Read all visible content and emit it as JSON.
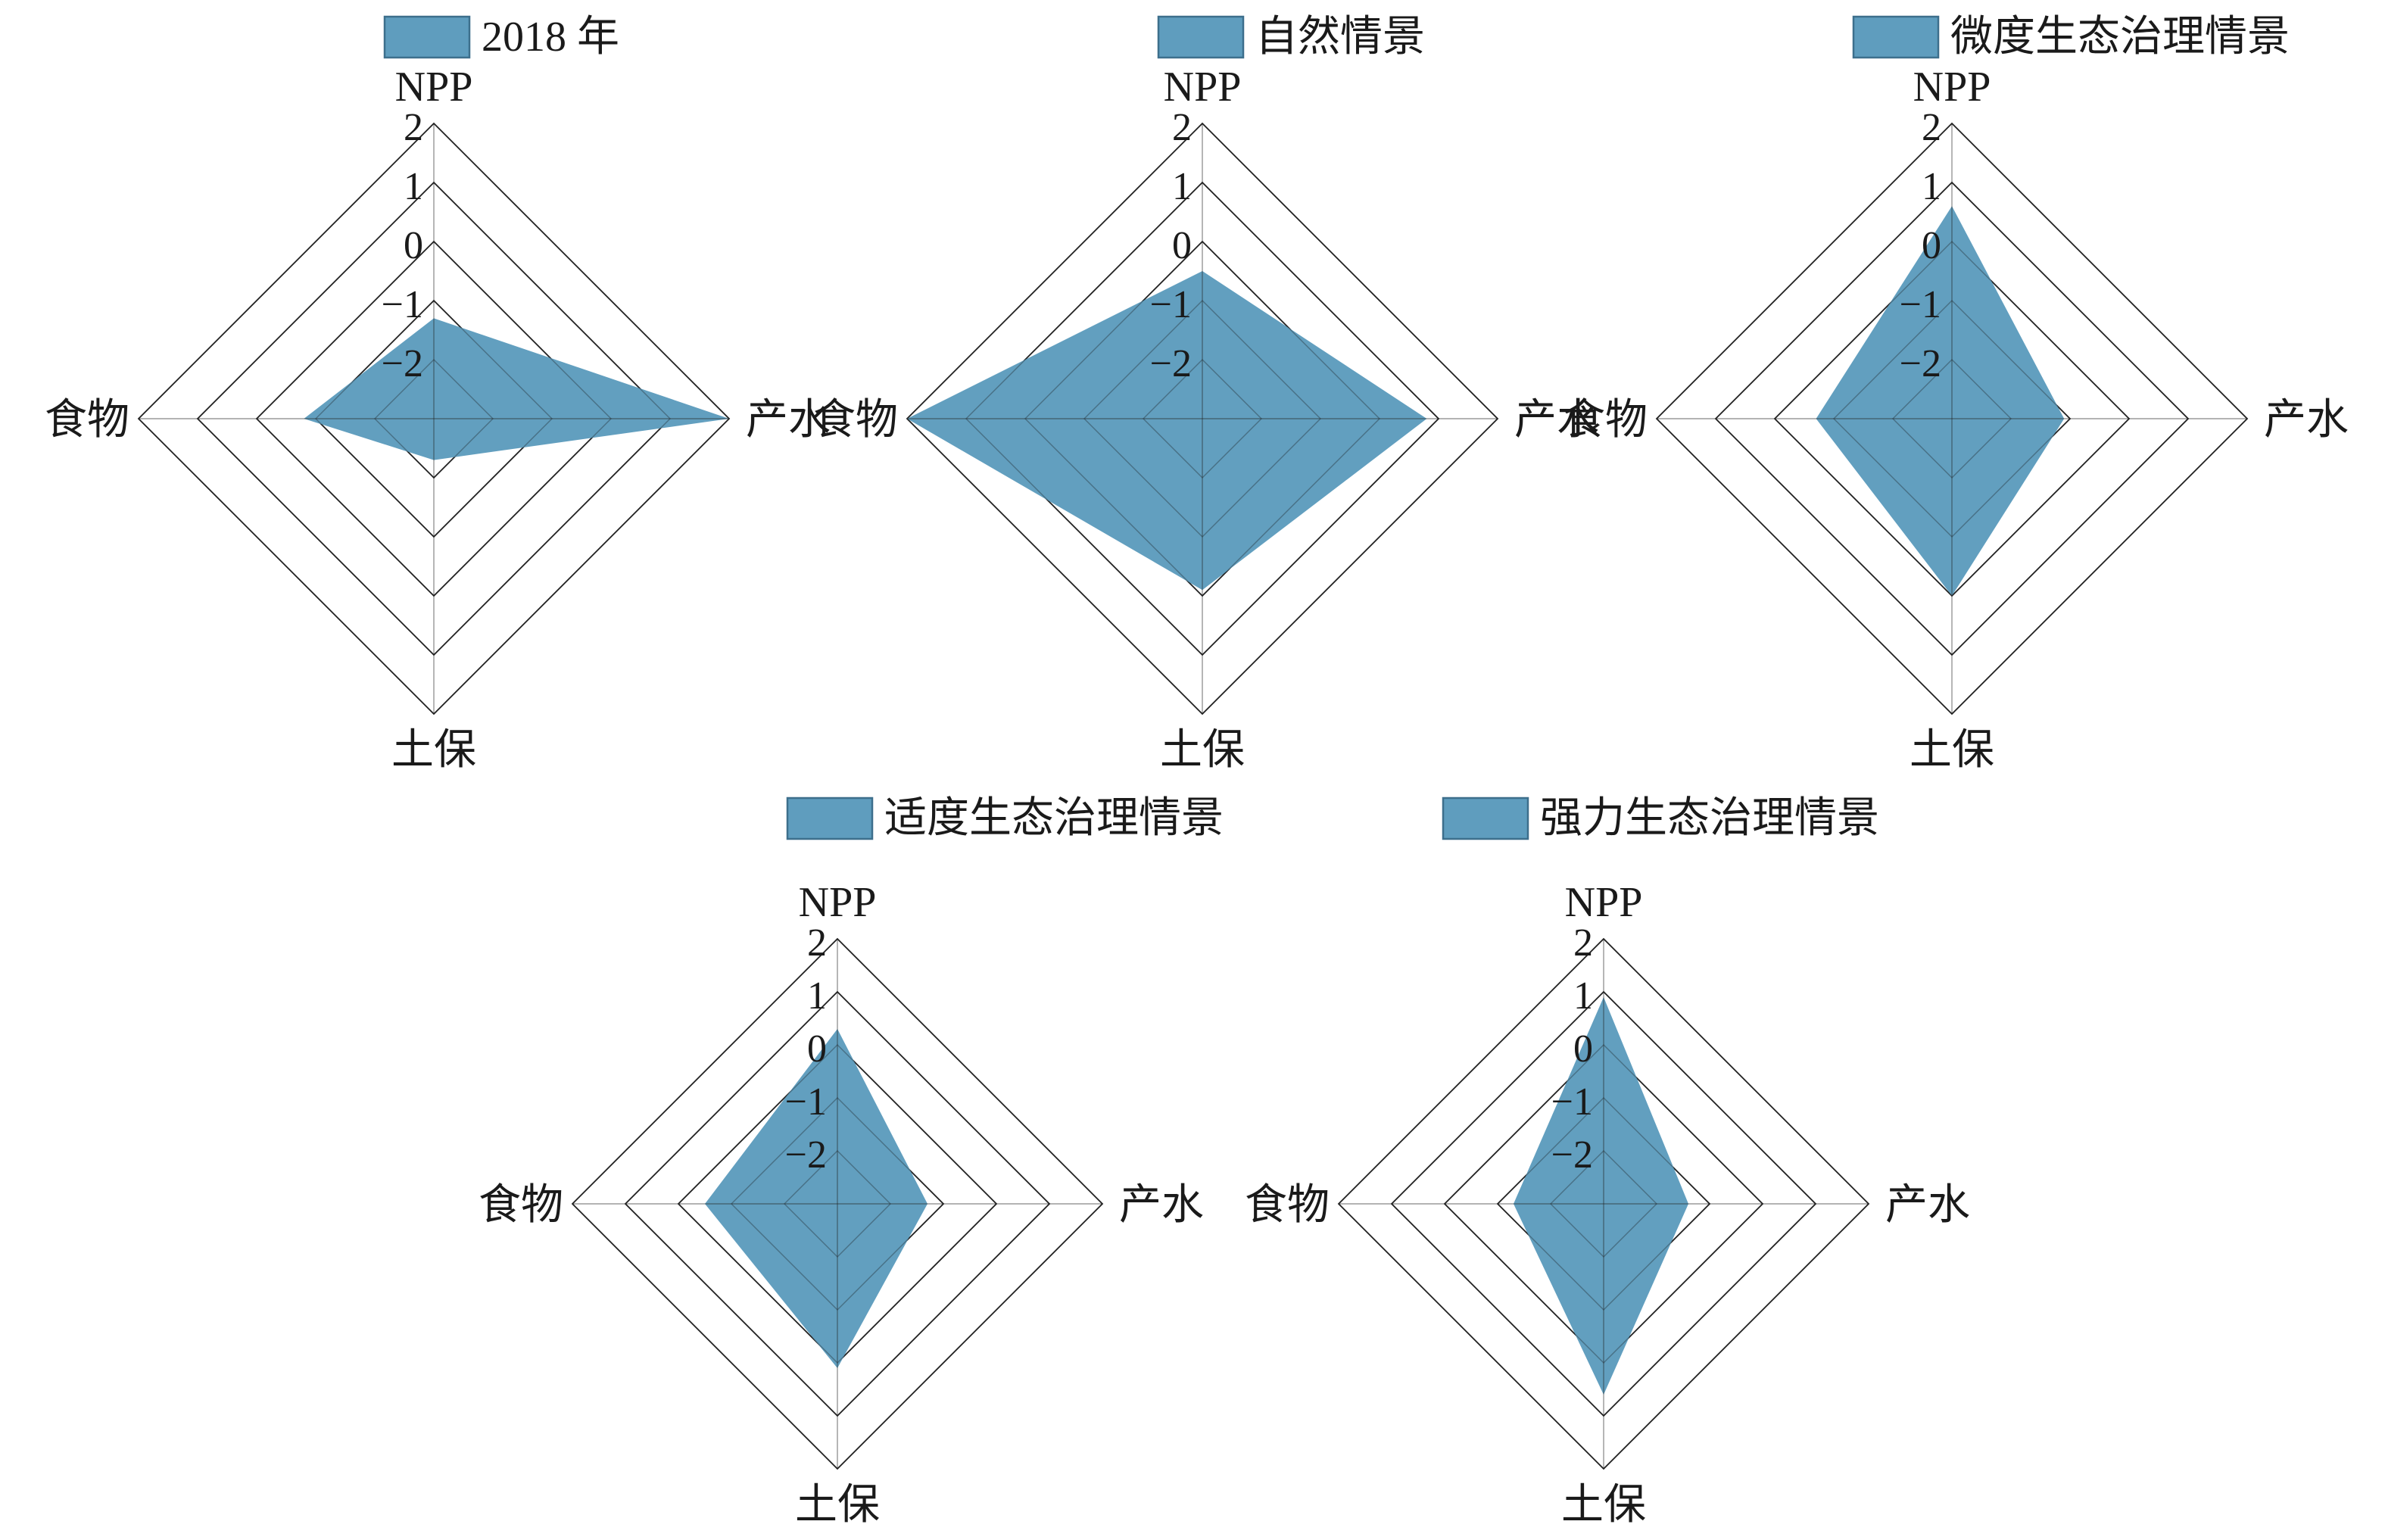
{
  "colors": {
    "fill": "#5f9dbe",
    "legend_fill": "#5f9dbe",
    "legend_stroke": "#3d6f8c",
    "grid": "#222222"
  },
  "chart_data": [
    {
      "type": "radar",
      "legend": "2018 年",
      "axes": [
        "NPP",
        "产水",
        "土保",
        "食物"
      ],
      "ticks": [
        "2",
        "1",
        "0",
        "−1",
        "−2"
      ],
      "rlim": [
        -3,
        2
      ],
      "series": [
        {
          "name": "2018 年",
          "values": [
            -1.3,
            2.0,
            -2.3,
            -0.8
          ]
        }
      ]
    },
    {
      "type": "radar",
      "legend": "自然情景",
      "axes": [
        "NPP",
        "产水",
        "土保",
        "食物"
      ],
      "ticks": [
        "2",
        "1",
        "0",
        "−1",
        "−2"
      ],
      "rlim": [
        -3,
        2
      ],
      "series": [
        {
          "name": "自然情景",
          "values": [
            -0.5,
            0.8,
            -0.1,
            2.0
          ]
        }
      ]
    },
    {
      "type": "radar",
      "legend": "微度生态治理情景",
      "axes": [
        "NPP",
        "产水",
        "土保",
        "食物"
      ],
      "ticks": [
        "2",
        "1",
        "0",
        "−1",
        "−2"
      ],
      "rlim": [
        -3,
        2
      ],
      "series": [
        {
          "name": "微度生态治理情景",
          "values": [
            0.6,
            -1.1,
            0.0,
            -0.7
          ]
        }
      ]
    },
    {
      "type": "radar",
      "legend": "适度生态治理情景",
      "axes": [
        "NPP",
        "产水",
        "土保",
        "食物"
      ],
      "ticks": [
        "2",
        "1",
        "0",
        "−1",
        "−2"
      ],
      "rlim": [
        -3,
        2
      ],
      "series": [
        {
          "name": "适度生态治理情景",
          "values": [
            0.3,
            -1.3,
            0.1,
            -0.5
          ]
        }
      ]
    },
    {
      "type": "radar",
      "legend": "强力生态治理情景",
      "axes": [
        "NPP",
        "产水",
        "土保",
        "食物"
      ],
      "ticks": [
        "2",
        "1",
        "0",
        "−1",
        "−2"
      ],
      "rlim": [
        -3,
        2
      ],
      "series": [
        {
          "name": "强力生态治理情景",
          "values": [
            0.9,
            -1.4,
            0.6,
            -1.3
          ]
        }
      ]
    }
  ]
}
